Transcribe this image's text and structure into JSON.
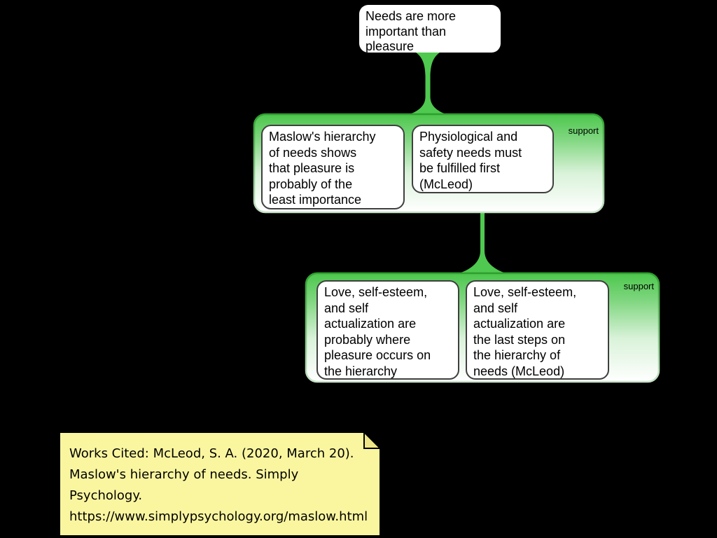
{
  "canvas": {
    "background": "#000000"
  },
  "colors": {
    "connector_green": "#4FC94F",
    "group_green_top": "#4CC74C",
    "group_green_bottom": "#FFFFFF",
    "group_border_green": "#2E9E2E",
    "claim_border": "#3F3F3F",
    "claim_bg": "#FFFFFF",
    "note_bg": "#FAF6A0",
    "note_fold": "#EFE687",
    "text": "#000000"
  },
  "contention": {
    "text": "Needs are more important than pleasure",
    "lines": [
      "Needs are more",
      "important than",
      "pleasure"
    ]
  },
  "groups": [
    {
      "label": "support",
      "boxes": [
        {
          "text": "Maslow's hierarchy of needs shows that pleasure is probably of the least importance",
          "lines": [
            "Maslow's hierarchy",
            "of needs shows",
            "that pleasure is",
            "probably of the",
            "least importance"
          ]
        },
        {
          "text": "Physiological and safety needs must be fulfilled first (McLeod)",
          "lines": [
            "Physiological and",
            "safety needs must",
            "be fulfilled first",
            "(McLeod)"
          ]
        }
      ]
    },
    {
      "label": "support",
      "boxes": [
        {
          "text": "Love, self-esteem, and self actualization are probably where pleasure occurs on the hierarchy",
          "lines": [
            "Love, self-esteem,",
            "and self",
            "actualization are",
            "probably where",
            "pleasure occurs on",
            "the hierarchy"
          ]
        },
        {
          "text": "Love, self-esteem, and self actualization are the last steps on the hierarchy of needs (McLeod)",
          "lines": [
            "Love, self-esteem,",
            "and self",
            "actualization are",
            "the last steps on",
            "the hierarchy of",
            "needs (McLeod)"
          ]
        }
      ]
    }
  ],
  "note": {
    "text": "Works Cited: McLeod, S. A. (2020, March 20). Maslow's hierarchy of needs. Simply Psychology. https://www.simplypsychology.org/maslow.html",
    "lines": [
      "Works Cited: McLeod, S. A. (2020, March 20).",
      "Maslow's hierarchy of needs. Simply",
      "Psychology.",
      "https://www.simplypsychology.org/maslow.html"
    ]
  }
}
